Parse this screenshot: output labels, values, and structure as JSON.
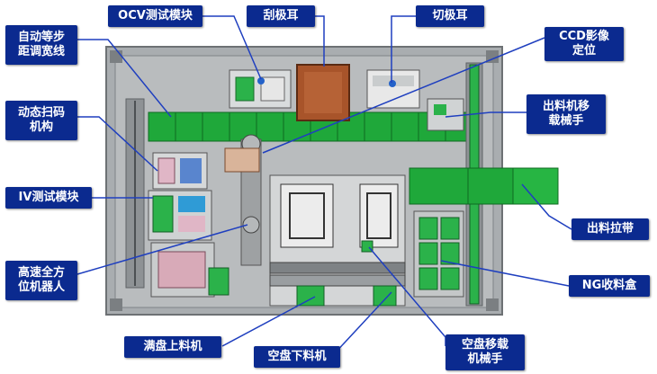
{
  "labels": {
    "ocv": "OCV测试模块",
    "scrape": "刮极耳",
    "cut": "切极耳",
    "ccd": "CCD影像\n定位",
    "auto_pitch": "自动等步\n距调宽线",
    "scan": "动态扫码\n机构",
    "iv": "IV测试模块",
    "robot": "高速全方\n位机器人",
    "outfeed_manip": "出料机移\n载械手",
    "outfeed_belt": "出料拉带",
    "ng_box": "NG收料盒",
    "full_tray_loader": "满盘上料机",
    "empty_tray_unloader": "空盘下料机",
    "empty_tray_manip": "空盘移载\n机械手"
  },
  "colors": {
    "label_bg": "#0b2a8f",
    "label_text": "#ffffff",
    "leader_line": "#1f3fbf",
    "frame": "#9fa3a6",
    "conveyor": "#1fa83a",
    "copper_block": "#a8542a"
  }
}
